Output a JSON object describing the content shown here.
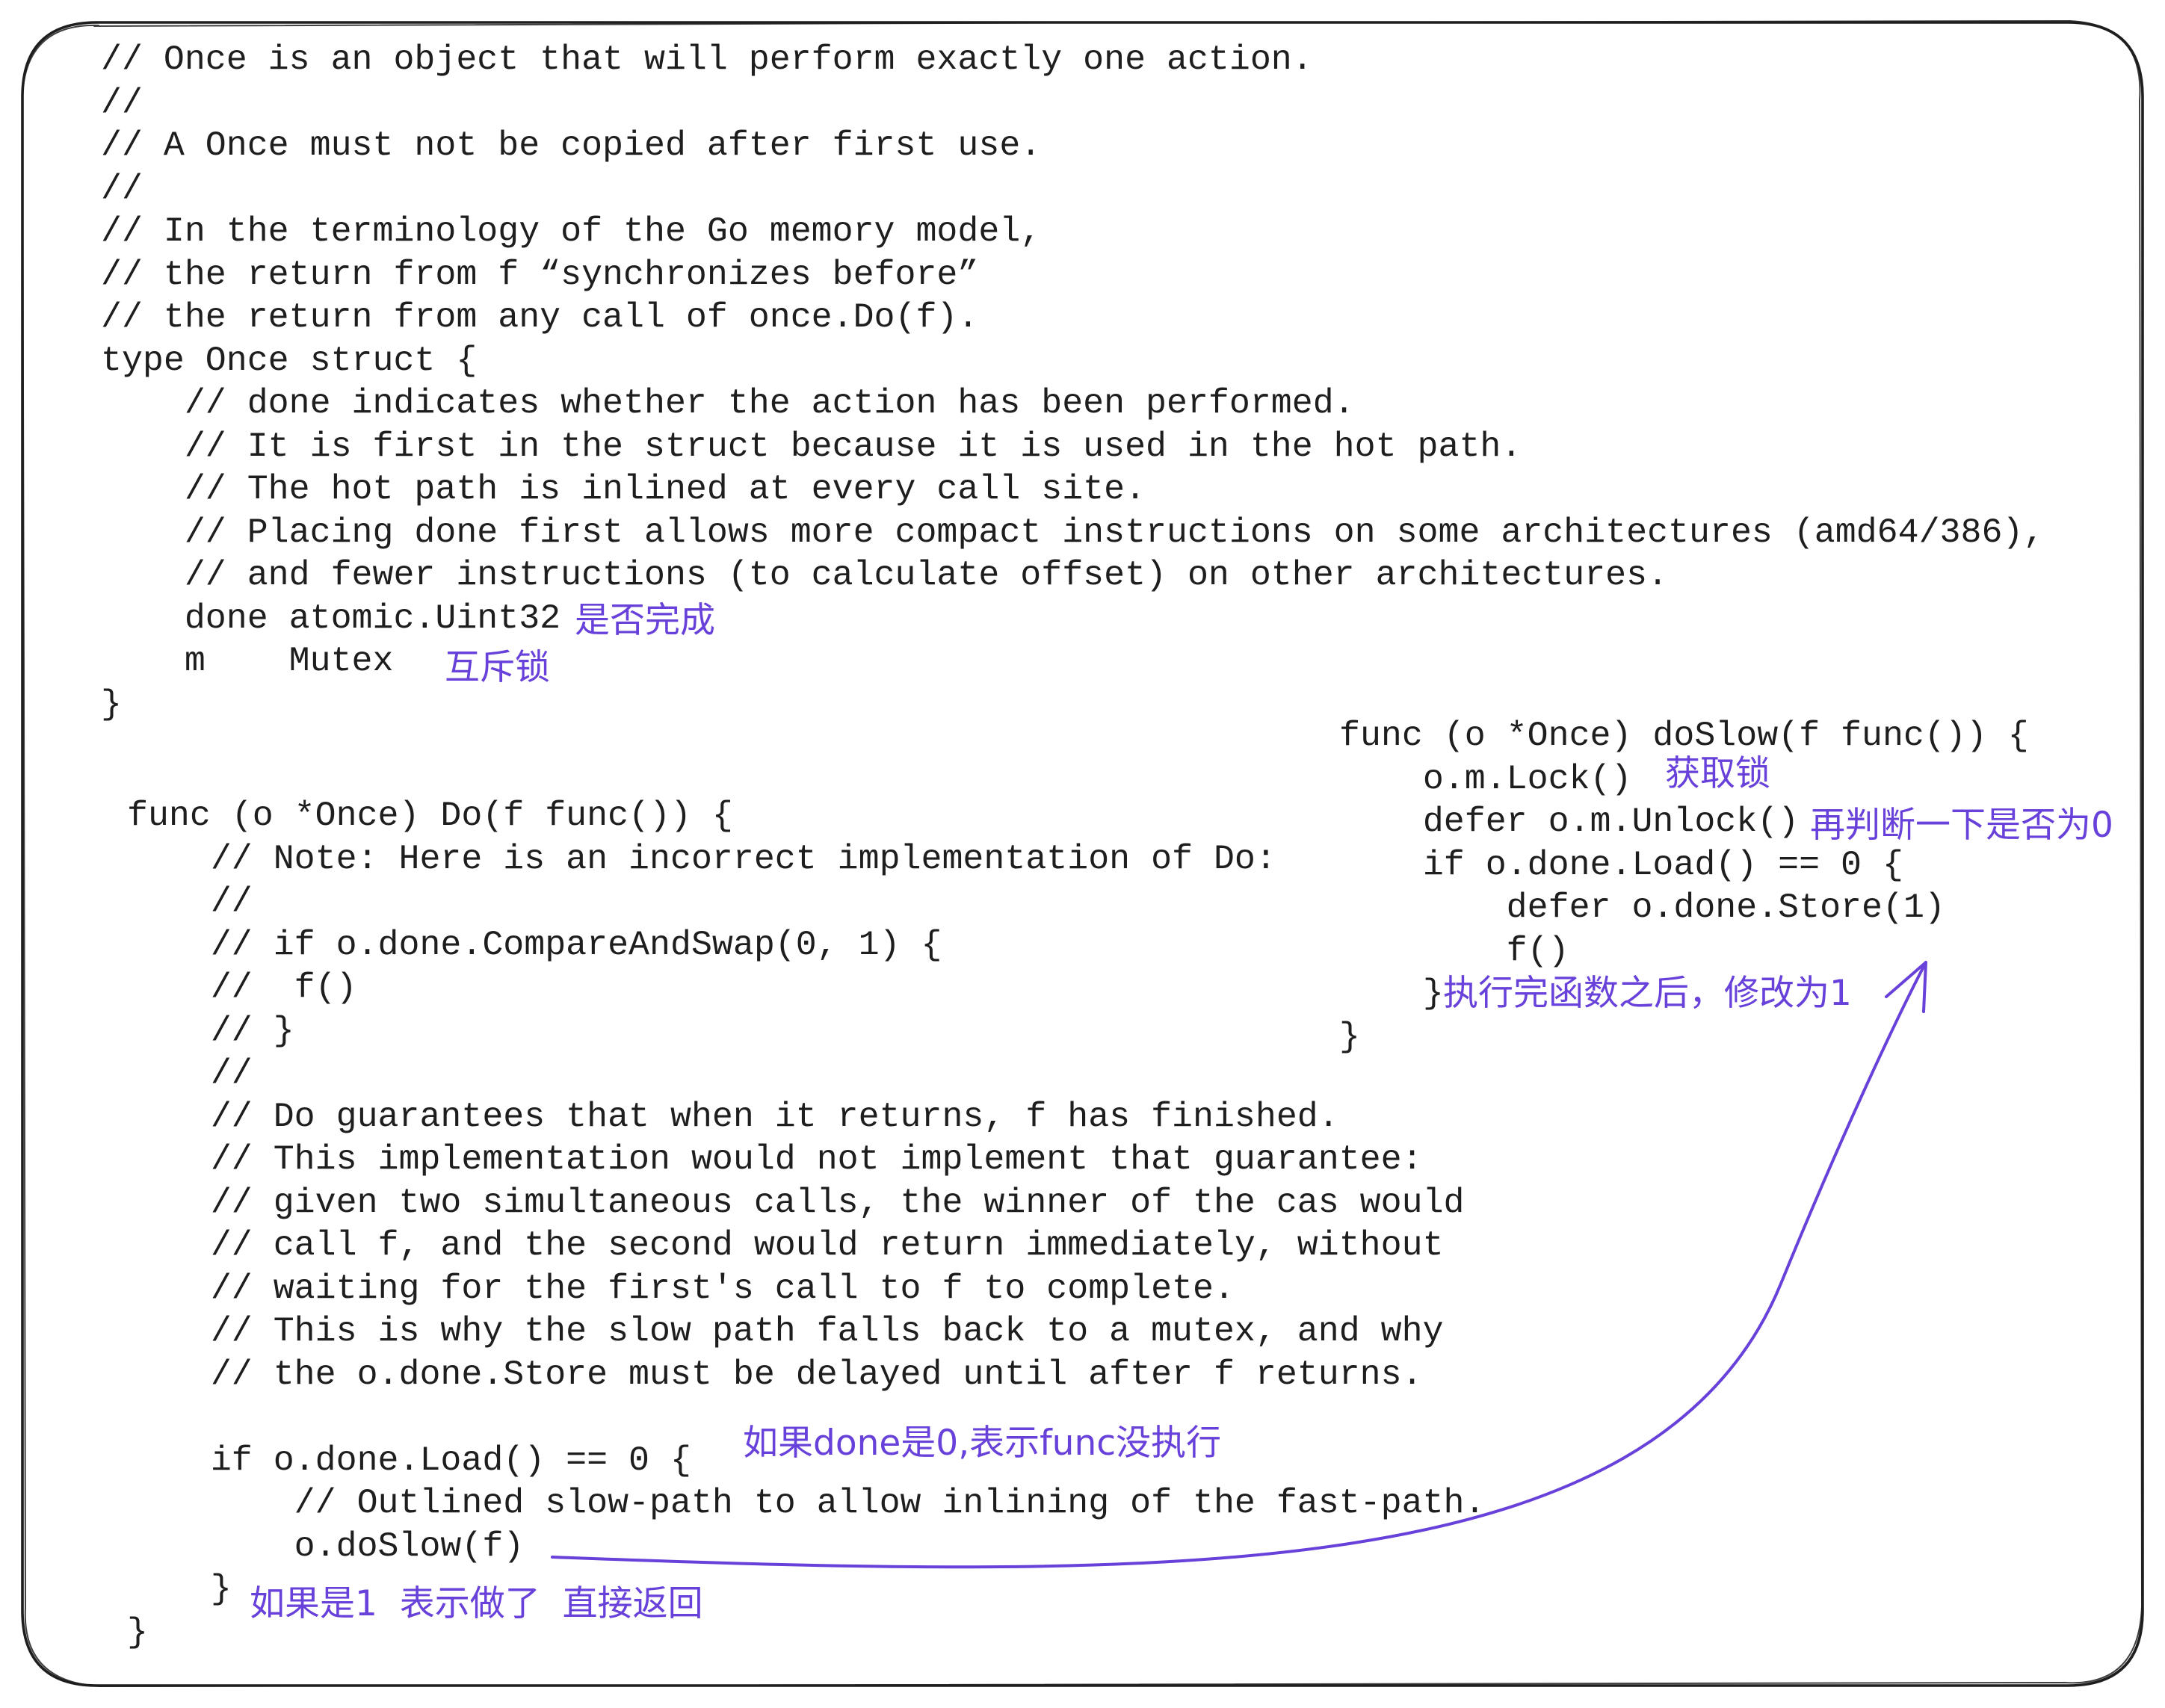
{
  "colors": {
    "code": "#1e1e1e",
    "annotation": "#6741d9",
    "border": "#1e1e1e",
    "background": "#ffffff"
  },
  "struct_block": {
    "lines": [
      "// Once is an object that will perform exactly one action.",
      "//",
      "// A Once must not be copied after first use.",
      "//",
      "// In the terminology of the Go memory model,",
      "// the return from f “synchronizes before”",
      "// the return from any call of once.Do(f).",
      "type Once struct {",
      "    // done indicates whether the action has been performed.",
      "    // It is first in the struct because it is used in the hot path.",
      "    // The hot path is inlined at every call site.",
      "    // Placing done first allows more compact instructions on some architectures (amd64/386),",
      "    // and fewer instructions (to calculate offset) on other architectures.",
      "    done atomic.Uint32",
      "    m    Mutex",
      "}"
    ]
  },
  "do_block": {
    "lines": [
      "func (o *Once) Do(f func()) {",
      "    // Note: Here is an incorrect implementation of Do:",
      "    //",
      "    // if o.done.CompareAndSwap(0, 1) {",
      "    //  f()",
      "    // }",
      "    //",
      "    // Do guarantees that when it returns, f has finished.",
      "    // This implementation would not implement that guarantee:",
      "    // given two simultaneous calls, the winner of the cas would",
      "    // call f, and the second would return immediately, without",
      "    // waiting for the first's call to f to complete.",
      "    // This is why the slow path falls back to a mutex, and why",
      "    // the o.done.Store must be delayed until after f returns.",
      "",
      "    if o.done.Load() == 0 {",
      "        // Outlined slow-path to allow inlining of the fast-path.",
      "        o.doSlow(f)",
      "    }",
      "}"
    ]
  },
  "doslow_block": {
    "lines": [
      "func (o *Once) doSlow(f func()) {",
      "    o.m.Lock()",
      "    defer o.m.Unlock()",
      "    if o.done.Load() == 0 {",
      "        defer o.done.Store(1)",
      "        f()",
      "    }",
      "}"
    ]
  },
  "annotations": {
    "done_field": "是否完成",
    "mutex_field": "互斥锁",
    "lock": "获取锁",
    "recheck": "再判断一下是否为0",
    "store_after": "执行完函数之后，修改为1",
    "done_zero": "如果done是0,表示func没执行",
    "done_one": "如果是1  表示做了  直接返回"
  }
}
